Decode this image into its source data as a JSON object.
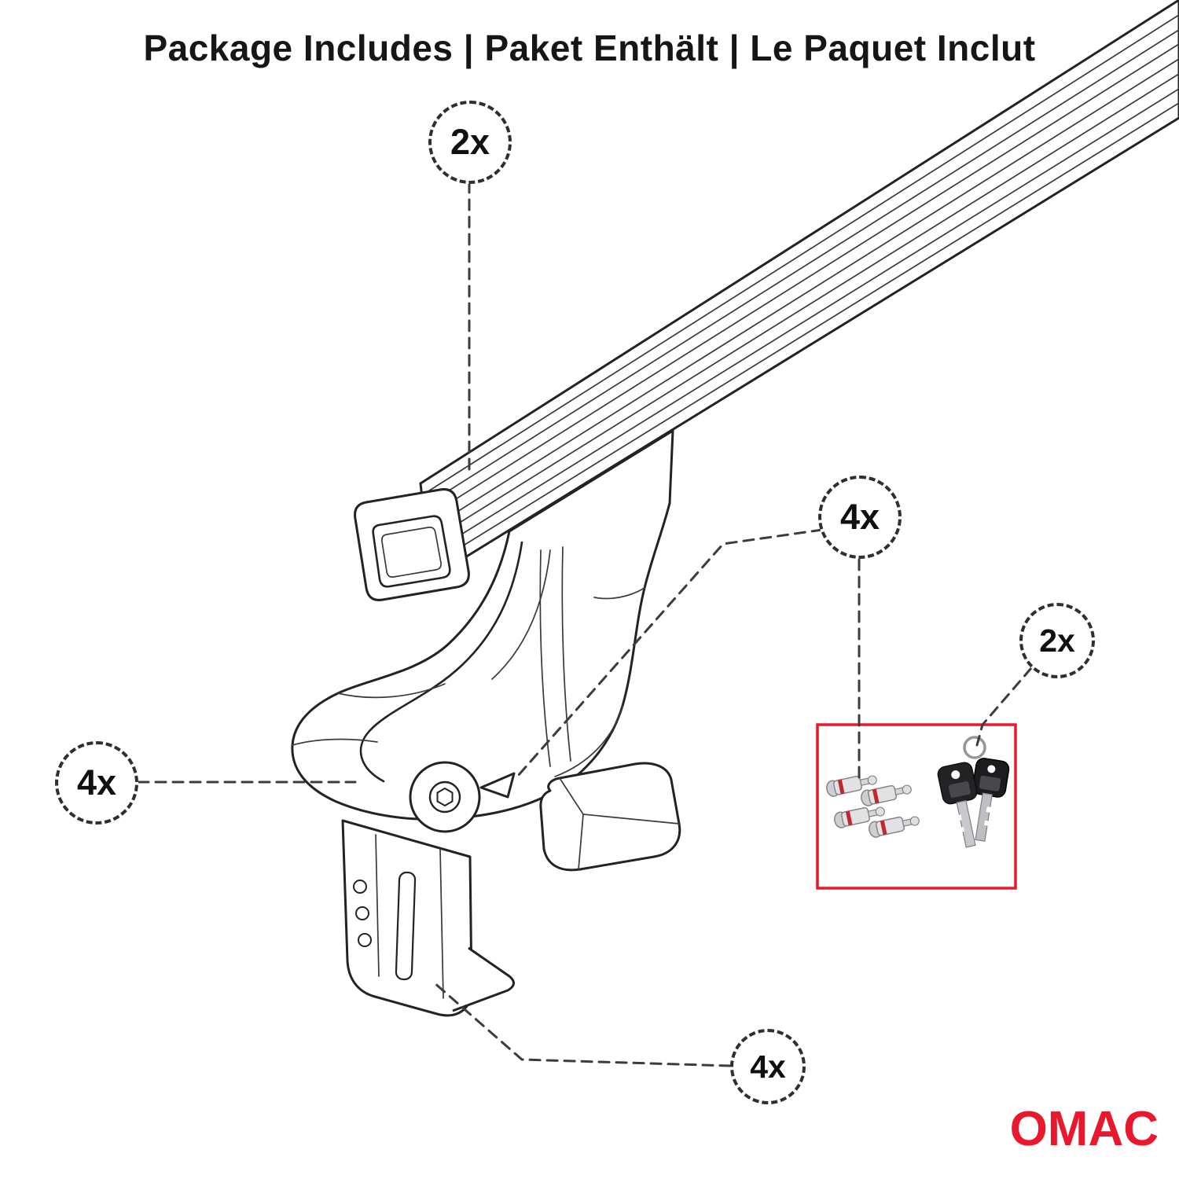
{
  "title": "Package Includes | Paket Enthält | Le Paquet Inclut",
  "callouts": {
    "crossbar_qty": "2x",
    "lock_bolt_qty": "4x",
    "key_qty": "2x",
    "foot_qty": "4x",
    "clamp_qty": "4x"
  },
  "brand": {
    "logo_text": "OMAC"
  },
  "colors": {
    "accent_red": "#e8192c",
    "line_dark": "#232323"
  },
  "parts": {
    "crossbar": "roof-rack-crossbar",
    "end_cap": "crossbar-end-cap",
    "mounting_foot": "mounting-foot",
    "bolt_knob": "foot-bolt-boss",
    "base_pad": "foot-base-pad",
    "clamp": "clamp-bracket",
    "lock_cylinders": "lock-cylinders-photo",
    "keys": "keys-photo"
  }
}
